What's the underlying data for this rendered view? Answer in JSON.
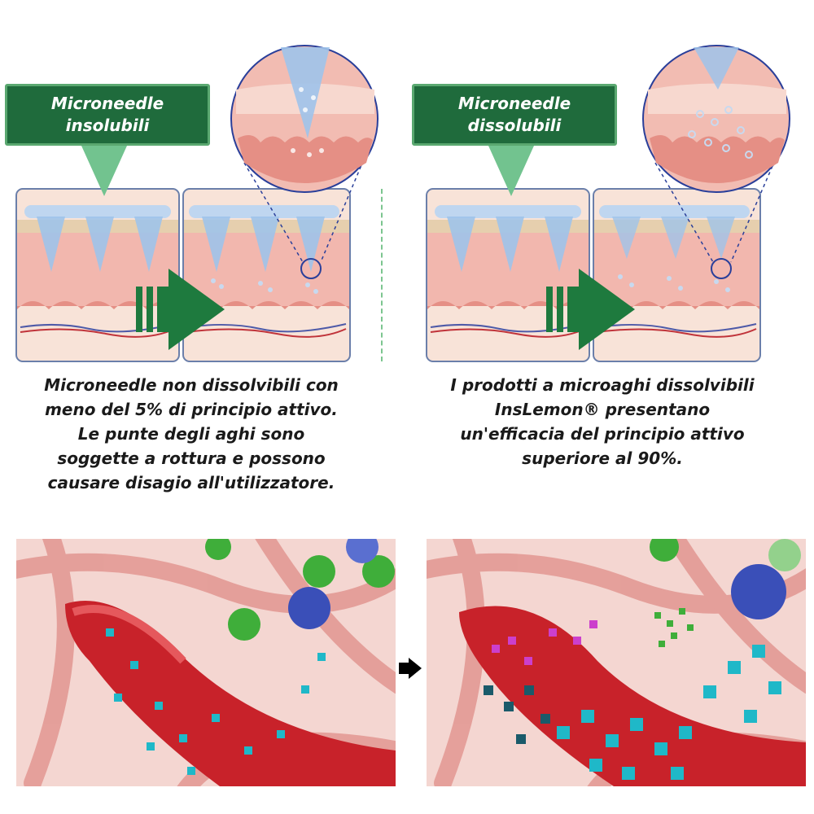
{
  "panels": [
    {
      "label_lines": [
        "Microneedle",
        "insolubili"
      ],
      "caption_lines": [
        "Microneedle non dissolvibili con",
        "meno del 5% di principio attivo.",
        "Le punte degli aghi sono",
        "soggette a rottura e possono",
        "causare disagio all'utilizzatore."
      ]
    },
    {
      "label_lines": [
        "Microneedle",
        "dissolubili"
      ],
      "caption_lines": [
        "I prodotti a microaghi dissolvibili",
        "InsLemon® presentano",
        "un'efficacia del principio attivo",
        "superiore al 90%."
      ]
    }
  ],
  "icons": {
    "process_arrow": "arrow-right-icon",
    "step_arrow": "arrow-right-icon"
  },
  "colors": {
    "label_green": "#1f6b3c",
    "pointer_green": "#72c38f",
    "arrow_green": "#1e7a3e",
    "skin_pink": "#f2b7ae",
    "vessel_red": "#c8222a",
    "particle_cyan": "#1fb8c8"
  }
}
